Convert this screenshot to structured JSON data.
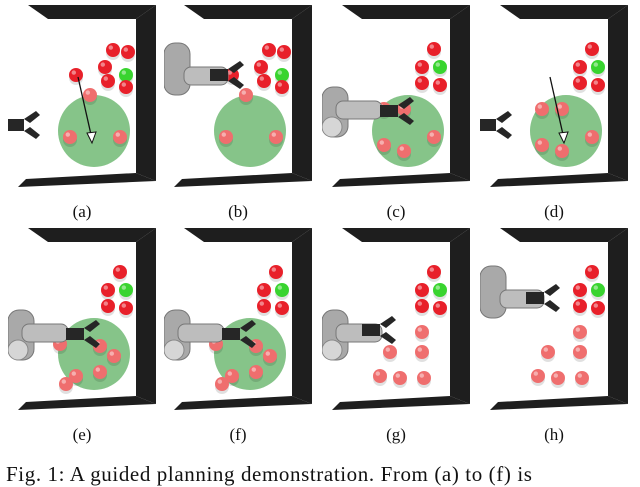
{
  "figure": {
    "panels": [
      {
        "label": "(a)",
        "arm": "none",
        "gripper": "open-left",
        "zone": true,
        "arrow": true,
        "balls_cluster": "full",
        "balls_zone": "few"
      },
      {
        "label": "(b)",
        "arm": "top",
        "gripper": "at-cluster",
        "zone": true,
        "arrow": false,
        "balls_cluster": "full",
        "balls_zone": "few"
      },
      {
        "label": "(c)",
        "arm": "mid",
        "gripper": "in-zone",
        "zone": true,
        "arrow": false,
        "balls_cluster": "reduced",
        "balls_zone": "more"
      },
      {
        "label": "(d)",
        "arm": "none",
        "gripper": "open-left",
        "zone": true,
        "arrow": true,
        "balls_cluster": "reduced",
        "balls_zone": "more"
      },
      {
        "label": "(e)",
        "arm": "mid",
        "gripper": "in-zone",
        "zone": true,
        "arrow": false,
        "balls_cluster": "reduced",
        "balls_zone": "most"
      },
      {
        "label": "(f)",
        "arm": "mid",
        "gripper": "in-zone",
        "zone": true,
        "arrow": false,
        "balls_cluster": "reduced",
        "balls_zone": "most"
      },
      {
        "label": "(g)",
        "arm": "mid",
        "gripper": "open-mid",
        "zone": false,
        "arrow": false,
        "balls_cluster": "reduced",
        "balls_zone": "scattered"
      },
      {
        "label": "(h)",
        "arm": "top",
        "gripper": "at-cluster",
        "zone": false,
        "arrow": false,
        "balls_cluster": "reduced",
        "balls_zone": "scattered"
      }
    ],
    "caption": "Fig. 1: A guided planning demonstration. From (a) to (f) is",
    "colors": {
      "wall": "#1e1e1e",
      "ball_red": "#e8202a",
      "ball_pink": "#ef6e6e",
      "ball_green": "#39d42f",
      "zone": "#5eb062",
      "arm": "#a9a9a9",
      "gripper": "#262626"
    }
  }
}
